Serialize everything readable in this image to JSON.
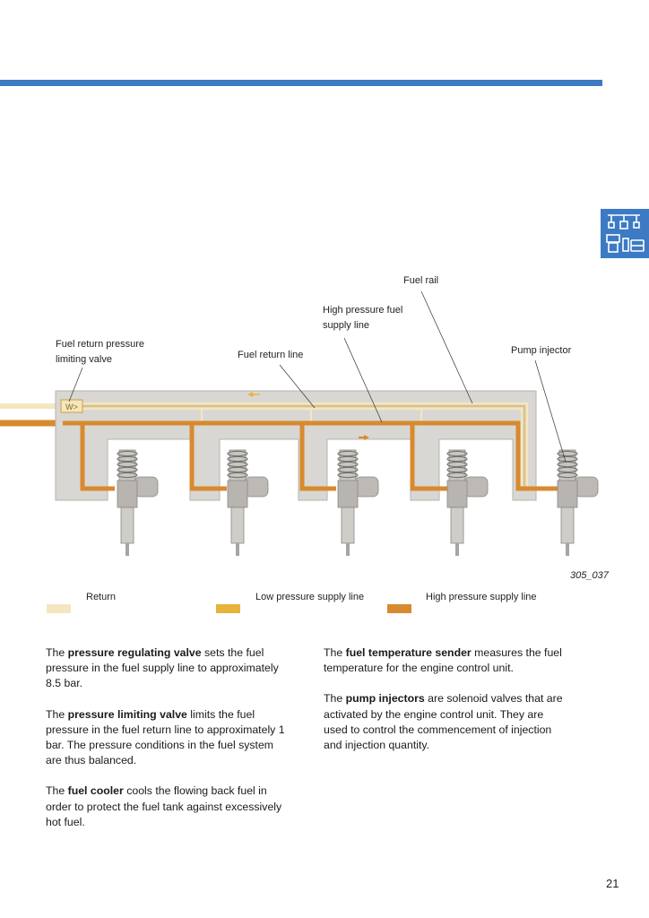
{
  "header": {
    "accent_color": "#3d7ac4",
    "section_icon": "engine-components-icon"
  },
  "figure": {
    "labels": {
      "fuel_rail": "Fuel rail",
      "high_pressure_supply_line": "High pressure fuel\nsupply line",
      "fuel_return_pressure_limiting_valve": "Fuel return pressure\nlimiting valve",
      "fuel_return_line": "Fuel return line",
      "pump_injector": "Pump injector"
    },
    "figure_id": "305_037",
    "colors": {
      "return": "#f5e6bf",
      "low_pressure": "#e8b33a",
      "high_pressure": "#d88a2e",
      "rail_body": "#d9d7d3"
    }
  },
  "legend": {
    "items": [
      {
        "label": "Return",
        "color": "#f5e6bf"
      },
      {
        "label": "Low pressure supply line",
        "color": "#e8b33a"
      },
      {
        "label": "High pressure supply line",
        "color": "#d88a2e"
      }
    ]
  },
  "body": {
    "left": [
      {
        "pre": "The ",
        "bold": "pressure regulating valve",
        "post": " sets the fuel pressure in the fuel supply line to approximately 8.5 bar."
      },
      {
        "pre": "The ",
        "bold": "pressure limiting valve",
        "post": " limits the fuel pressure in the fuel return line to approximately 1 bar. The pressure conditions in the fuel system are thus balanced."
      },
      {
        "pre": "The ",
        "bold": "fuel cooler",
        "post": " cools the flowing back fuel in order to protect the fuel tank against excessively hot fuel."
      }
    ],
    "right": [
      {
        "pre": "The ",
        "bold": "fuel temperature sender",
        "post": " measures the fuel temperature for the engine control unit."
      },
      {
        "pre": "The ",
        "bold": "pump injectors",
        "post": " are solenoid valves that are activated by the engine control unit. They are used to control the commencement of injection and injection quantity."
      }
    ]
  },
  "footer": {
    "page_number": "21"
  }
}
